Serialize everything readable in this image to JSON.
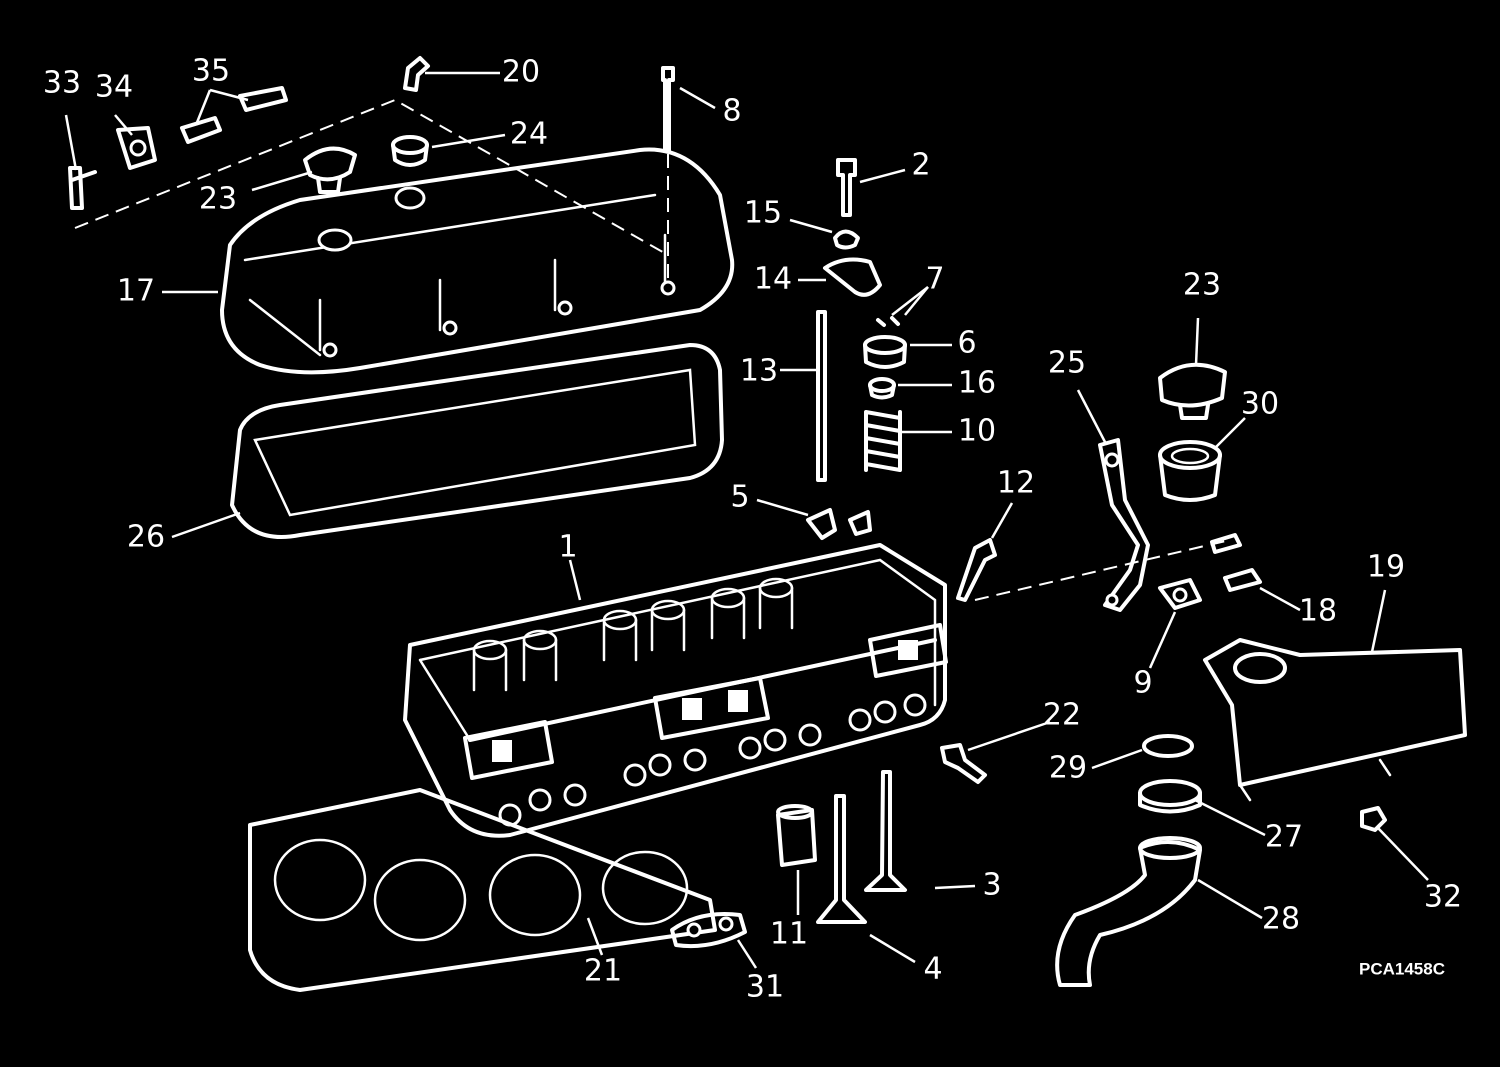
{
  "diagram": {
    "drawing_code": "PCA1458C",
    "callouts": [
      "33",
      "34",
      "35",
      "20",
      "8",
      "24",
      "23",
      "2",
      "15",
      "17",
      "14",
      "7",
      "6",
      "13",
      "16",
      "10",
      "25",
      "23",
      "30",
      "5",
      "12",
      "26",
      "1",
      "18",
      "19",
      "9",
      "22",
      "29",
      "27",
      "3",
      "32",
      "11",
      "28",
      "21",
      "4",
      "31"
    ]
  }
}
